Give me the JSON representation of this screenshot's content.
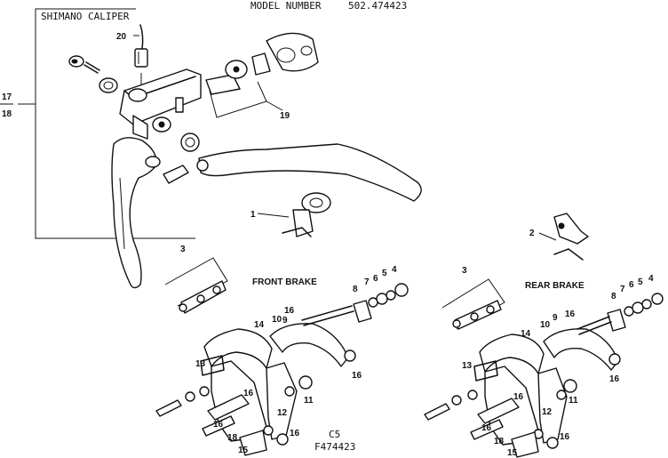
{
  "header": {
    "model_number_label": "MODEL NUMBER",
    "model_number_value": "502.474423"
  },
  "section": {
    "title": "SHIMANO CALIPER"
  },
  "headings": {
    "front": "FRONT BRAKE",
    "rear": "REAR BRAKE"
  },
  "callouts": {
    "c17": "17",
    "c18": "18",
    "c20": "20",
    "c19": "19",
    "c1": "1",
    "c2": "2",
    "f3": "3",
    "f8": "8",
    "f7": "7",
    "f6": "6",
    "f5": "5",
    "f4": "4",
    "f16a": "16",
    "f9": "9",
    "f10": "10",
    "f14": "14",
    "f13": "13",
    "f16b": "16",
    "f16c": "16",
    "f11": "11",
    "f12": "12",
    "f16d": "16",
    "f18": "18",
    "f15": "15",
    "f16e": "16",
    "r3": "3",
    "r8": "8",
    "r7": "7",
    "r6": "6",
    "r5": "5",
    "r4": "4",
    "r16a": "16",
    "r9": "9",
    "r10": "10",
    "r14": "14",
    "r13": "13",
    "r16b": "16",
    "r16c": "16",
    "r11": "11",
    "r12": "12",
    "r16d": "16",
    "r18": "18",
    "r15": "15",
    "r16e": "16"
  },
  "footer": {
    "code1": "C5",
    "code2": "F474423"
  }
}
